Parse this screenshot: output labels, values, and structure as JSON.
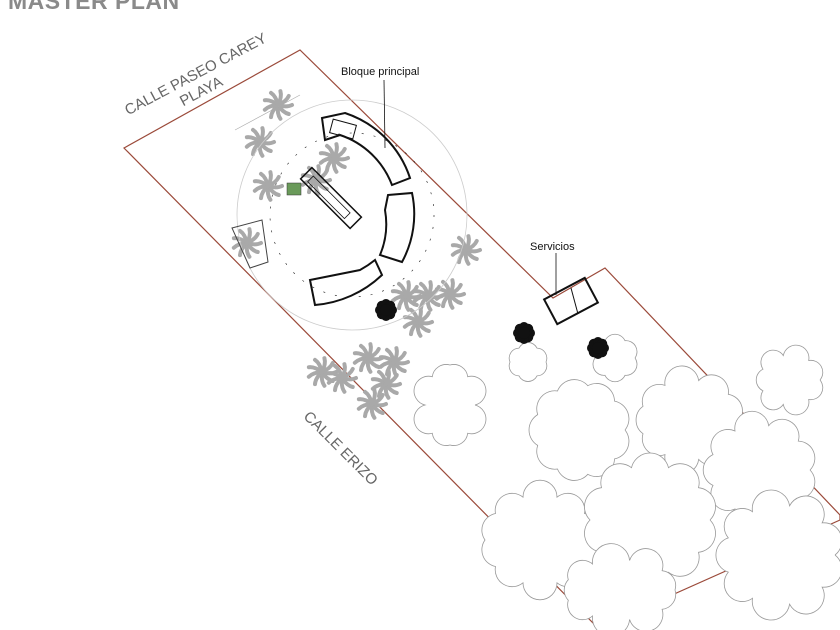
{
  "title": "MASTER PLAN",
  "streets": {
    "north_line1": "CALLE PASEO CAREY",
    "north_line2": "PLAYA",
    "west": "CALLE ERIZO"
  },
  "labels": {
    "main_block": "Bloque principal",
    "services": "Servicios"
  },
  "colors": {
    "boundary": "#9b4a3a",
    "palm": "#a9a9a9",
    "shrub": "#111111",
    "outline": "#999999"
  }
}
